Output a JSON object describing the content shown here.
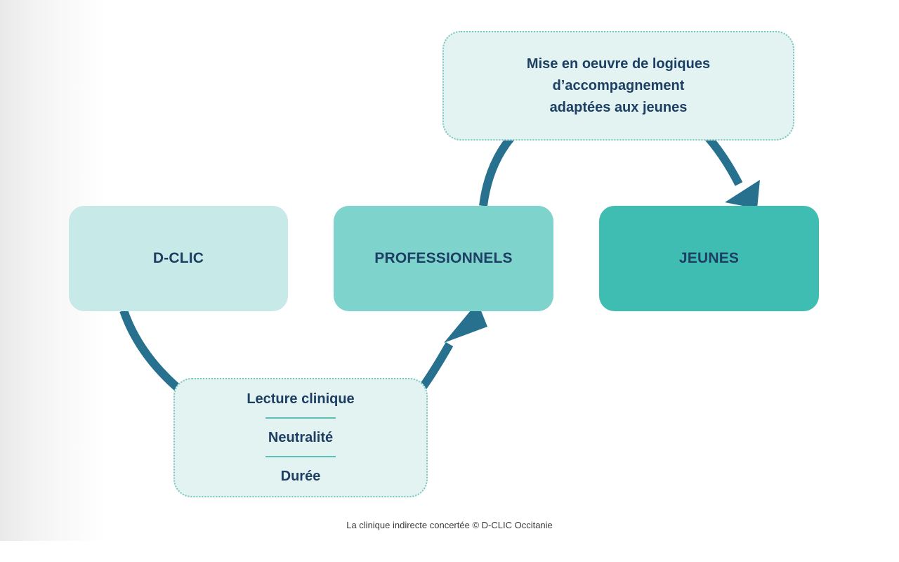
{
  "nodes": {
    "dclic": "D-CLIC",
    "professionnels": "PROFESSIONNELS",
    "jeunes": "JEUNES"
  },
  "callout_top": {
    "lines": [
      "Mise en oeuvre de logiques",
      "d’accompagnement",
      "adaptées aux jeunes"
    ]
  },
  "callout_bottom": {
    "items": [
      "Lecture clinique",
      "Neutralité",
      "Durée"
    ]
  },
  "caption": "La clinique indirecte concertée © D-CLIC Occitanie",
  "colors": {
    "arrow": "#27718f",
    "node_light": "#c7e9e8",
    "node_mid": "#7fd3cd",
    "node_dark": "#3fbdb2",
    "text": "#1c3f63",
    "callout_fill": "#e3f3f2",
    "callout_border": "#7cc6c0"
  }
}
